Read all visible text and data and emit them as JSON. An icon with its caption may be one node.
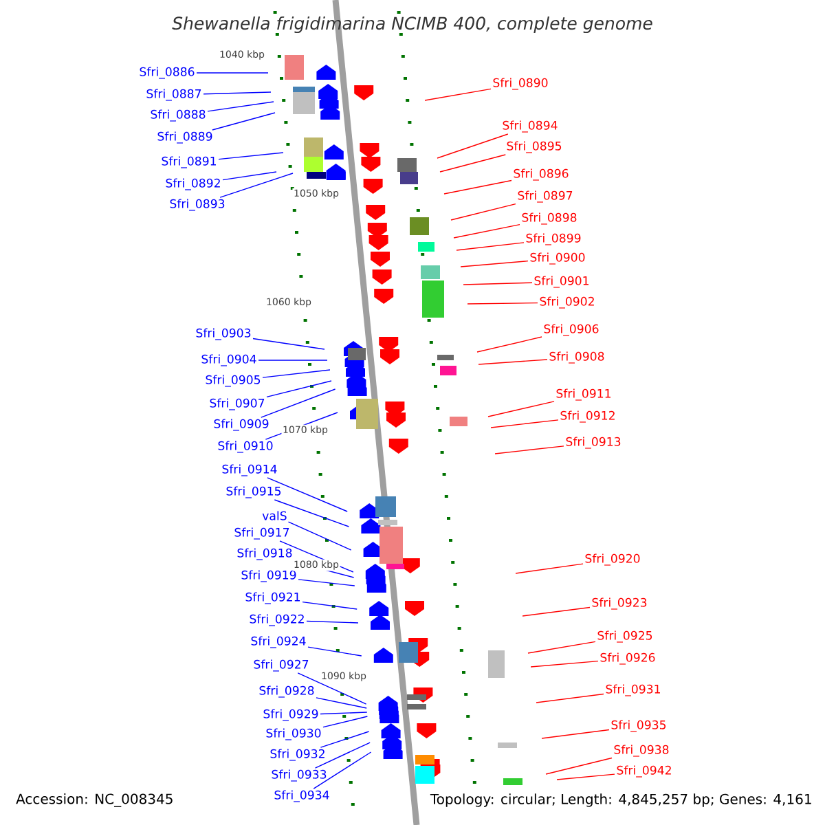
{
  "diagram": {
    "title": "Shewanella frigidimarina NCIMB 400, complete genome",
    "nodes": [
      {
        "text": [
          "Sfri_0886"
        ]
      },
      {
        "text": [
          "Sfri_0887"
        ]
      },
      {
        "text": [
          "Sfri_0888"
        ]
      },
      {
        "text": [
          "Sfri_0889"
        ]
      },
      {
        "text": [
          "Sfri_0891"
        ]
      },
      {
        "text": [
          "Sfri_0892"
        ]
      },
      {
        "text": [
          "Sfri_0893"
        ]
      },
      {
        "text": [
          "Sfri_0903"
        ]
      },
      {
        "text": [
          "Sfri_0904"
        ]
      },
      {
        "text": [
          "Sfri_0905"
        ]
      },
      {
        "text": [
          "Sfri_0907"
        ]
      },
      {
        "text": [
          "Sfri_0909"
        ]
      },
      {
        "text": [
          "Sfri_0910"
        ]
      },
      {
        "text": [
          "Sfri_0914"
        ]
      },
      {
        "text": [
          "Sfri_0915"
        ]
      },
      {
        "text": [
          "valS"
        ]
      },
      {
        "text": [
          "Sfri_0917"
        ]
      },
      {
        "text": [
          "Sfri_0918"
        ]
      },
      {
        "text": [
          "Sfri_0919"
        ]
      },
      {
        "text": [
          "Sfri_0921"
        ]
      },
      {
        "text": [
          "Sfri_0922"
        ]
      },
      {
        "text": [
          "Sfri_0924"
        ]
      },
      {
        "text": [
          "Sfri_0927"
        ]
      },
      {
        "text": [
          "Sfri_0928"
        ]
      },
      {
        "text": [
          "Sfri_0929"
        ]
      },
      {
        "text": [
          "Sfri_0930"
        ]
      },
      {
        "text": [
          "Sfri_0932"
        ]
      },
      {
        "text": [
          "Sfri_0933"
        ]
      },
      {
        "text": [
          "Sfri_0934"
        ]
      },
      {
        "text": [
          "Sfri_0890"
        ]
      },
      {
        "text": [
          "Sfri_0894"
        ]
      },
      {
        "text": [
          "Sfri_0895"
        ]
      },
      {
        "text": [
          "Sfri_0896"
        ]
      },
      {
        "text": [
          "Sfri_0897"
        ]
      },
      {
        "text": [
          "Sfri_0898"
        ]
      },
      {
        "text": [
          "Sfri_0899"
        ]
      },
      {
        "text": [
          "Sfri_0900"
        ]
      },
      {
        "text": [
          "Sfri_0901"
        ]
      },
      {
        "text": [
          "Sfri_0902"
        ]
      },
      {
        "text": [
          "Sfri_0906"
        ]
      },
      {
        "text": [
          "Sfri_0908"
        ]
      },
      {
        "text": [
          "Sfri_0911"
        ]
      },
      {
        "text": [
          "Sfri_0912"
        ]
      },
      {
        "text": [
          "Sfri_0913"
        ]
      },
      {
        "text": [
          "Sfri_0920"
        ]
      },
      {
        "text": [
          "Sfri_0923"
        ]
      },
      {
        "text": [
          "Sfri_0925"
        ]
      },
      {
        "text": [
          "Sfri_0926"
        ]
      },
      {
        "text": [
          "Sfri_0931"
        ]
      },
      {
        "text": [
          "Sfri_0935"
        ]
      },
      {
        "text": [
          "Sfri_0938"
        ]
      },
      {
        "text": [
          "Sfri_0942"
        ]
      }
    ],
    "edges": [
      {
        "from": 0,
        "to": null,
        "arrow": "none"
      },
      {
        "from": 1,
        "to": null,
        "arrow": "none"
      },
      {
        "from": 2,
        "to": null,
        "arrow": "none"
      },
      {
        "from": 3,
        "to": null,
        "arrow": "none"
      },
      {
        "from": 4,
        "to": null,
        "arrow": "none"
      },
      {
        "from": 5,
        "to": null,
        "arrow": "none"
      },
      {
        "from": 6,
        "to": null,
        "arrow": "none"
      },
      {
        "from": 7,
        "to": null,
        "arrow": "none"
      },
      {
        "from": 8,
        "to": null,
        "arrow": "none"
      },
      {
        "from": 9,
        "to": null,
        "arrow": "none"
      },
      {
        "from": 10,
        "to": null,
        "arrow": "none"
      },
      {
        "from": 11,
        "to": null,
        "arrow": "none"
      },
      {
        "from": 12,
        "to": null,
        "arrow": "none"
      },
      {
        "from": 13,
        "to": null,
        "arrow": "none"
      },
      {
        "from": 14,
        "to": null,
        "arrow": "none"
      },
      {
        "from": 15,
        "to": null,
        "arrow": "none"
      },
      {
        "from": 16,
        "to": null,
        "arrow": "none"
      },
      {
        "from": 17,
        "to": null,
        "arrow": "none"
      },
      {
        "from": 18,
        "to": null,
        "arrow": "none"
      },
      {
        "from": 19,
        "to": null,
        "arrow": "none"
      },
      {
        "from": 20,
        "to": null,
        "arrow": "none"
      },
      {
        "from": 21,
        "to": null,
        "arrow": "none"
      },
      {
        "from": 22,
        "to": null,
        "arrow": "none"
      },
      {
        "from": 23,
        "to": null,
        "arrow": "none"
      },
      {
        "from": 24,
        "to": null,
        "arrow": "none"
      },
      {
        "from": 25,
        "to": null,
        "arrow": "none"
      },
      {
        "from": 26,
        "to": null,
        "arrow": "none"
      },
      {
        "from": 27,
        "to": null,
        "arrow": "none"
      },
      {
        "from": 28,
        "to": null,
        "arrow": "none"
      },
      {
        "from": 29,
        "to": null,
        "arrow": "none",
        "color": "#ff0000"
      },
      {
        "from": 30,
        "to": null,
        "arrow": "none",
        "color": "#ff0000"
      },
      {
        "from": 31,
        "to": null,
        "arrow": "none",
        "color": "#ff0000"
      },
      {
        "from": 32,
        "to": null,
        "arrow": "none",
        "color": "#ff0000"
      },
      {
        "from": 33,
        "to": null,
        "arrow": "none",
        "color": "#ff0000"
      },
      {
        "from": 34,
        "to": null,
        "arrow": "none",
        "color": "#ff0000"
      },
      {
        "from": 35,
        "to": null,
        "arrow": "none",
        "color": "#ff0000"
      },
      {
        "from": 36,
        "to": null,
        "arrow": "none",
        "color": "#ff0000"
      },
      {
        "from": 37,
        "to": null,
        "arrow": "none",
        "color": "#ff0000"
      },
      {
        "from": 38,
        "to": null,
        "arrow": "none",
        "color": "#ff0000"
      },
      {
        "from": 39,
        "to": null,
        "arrow": "none",
        "color": "#ff0000"
      },
      {
        "from": 40,
        "to": null,
        "arrow": "none",
        "color": "#ff0000"
      },
      {
        "from": 41,
        "to": null,
        "arrow": "none",
        "color": "#ff0000"
      },
      {
        "from": 42,
        "to": null,
        "arrow": "none",
        "color": "#ff0000"
      },
      {
        "from": 43,
        "to": null,
        "arrow": "none",
        "color": "#ff0000"
      },
      {
        "from": 44,
        "to": null,
        "arrow": "none",
        "color": "#ff0000"
      },
      {
        "from": 45,
        "to": null,
        "arrow": "none",
        "color": "#ff0000"
      },
      {
        "from": 46,
        "to": null,
        "arrow": "none",
        "color": "#ff0000"
      },
      {
        "from": 47,
        "to": null,
        "arrow": "none",
        "color": "#ff0000"
      },
      {
        "from": 48,
        "to": null,
        "arrow": "none",
        "color": "#ff0000"
      },
      {
        "from": 49,
        "to": null,
        "arrow": "none",
        "color": "#ff0000"
      },
      {
        "from": 50,
        "to": null,
        "arrow": "none",
        "color": "#ff0000"
      },
      {
        "from": 51,
        "to": null,
        "arrow": "none",
        "color": "#ff0000"
      }
    ],
    "labels": [
      "1040 kbp",
      "1050 kbp",
      "1060 kbp",
      "1070 kbp",
      "1080 kbp",
      "1090 kbp",
      "Accession: NC_008345",
      "Topology: circular; Length: 4,845,257 bp; Genes: 4,161"
    ]
  }
}
